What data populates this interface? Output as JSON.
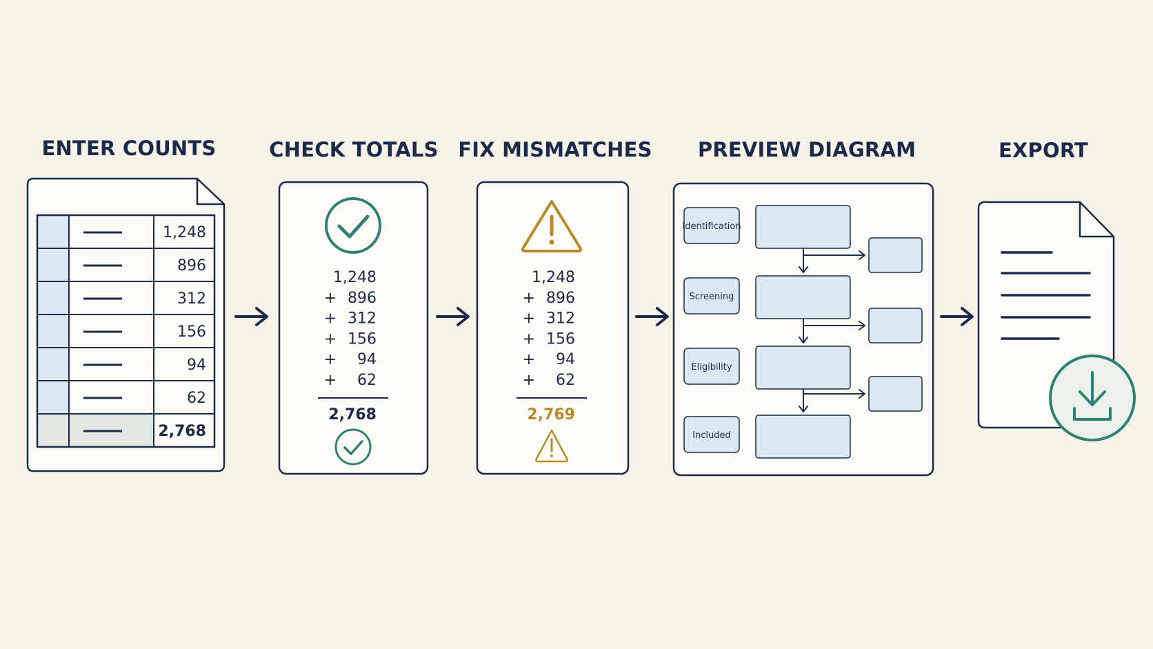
{
  "colors": {
    "background": "#f8f3e8",
    "ink": "#1b2a4a",
    "ok": "#2f7f74",
    "warn": "#b8892a",
    "cell_fill": "#dde8f2",
    "total_fill": "#e1e8e0"
  },
  "steps": [
    {
      "id": "enter",
      "title": "ENTER COUNTS"
    },
    {
      "id": "check",
      "title": "CHECK TOTALS"
    },
    {
      "id": "fix",
      "title": "FIX MISMATCHES"
    },
    {
      "id": "preview",
      "title": "PREVIEW DIAGRAM"
    },
    {
      "id": "export",
      "title": "EXPORT"
    }
  ],
  "entry_table": {
    "values": [
      "1,248",
      "896",
      "312",
      "156",
      "94",
      "62"
    ],
    "total": "2,768"
  },
  "check_totals": {
    "status_icon": "check-circle-icon",
    "addends": [
      "1,248",
      "896",
      "312",
      "156",
      "94",
      "62"
    ],
    "operator": "+",
    "total": "2,768",
    "result_icon": "check-small-icon"
  },
  "fix_mismatches": {
    "status_icon": "warning-triangle-icon",
    "addends": [
      "1,248",
      "896",
      "312",
      "156",
      "94",
      "62"
    ],
    "operator": "+",
    "total": "2,769",
    "result_icon": "warning-small-icon"
  },
  "preview": {
    "stages": [
      "Identification",
      "Screening",
      "Eligibility",
      "Included"
    ]
  },
  "export": {
    "document_icon": "document-icon",
    "action_icon": "download-icon"
  },
  "connector_icon": "arrow-right-icon"
}
